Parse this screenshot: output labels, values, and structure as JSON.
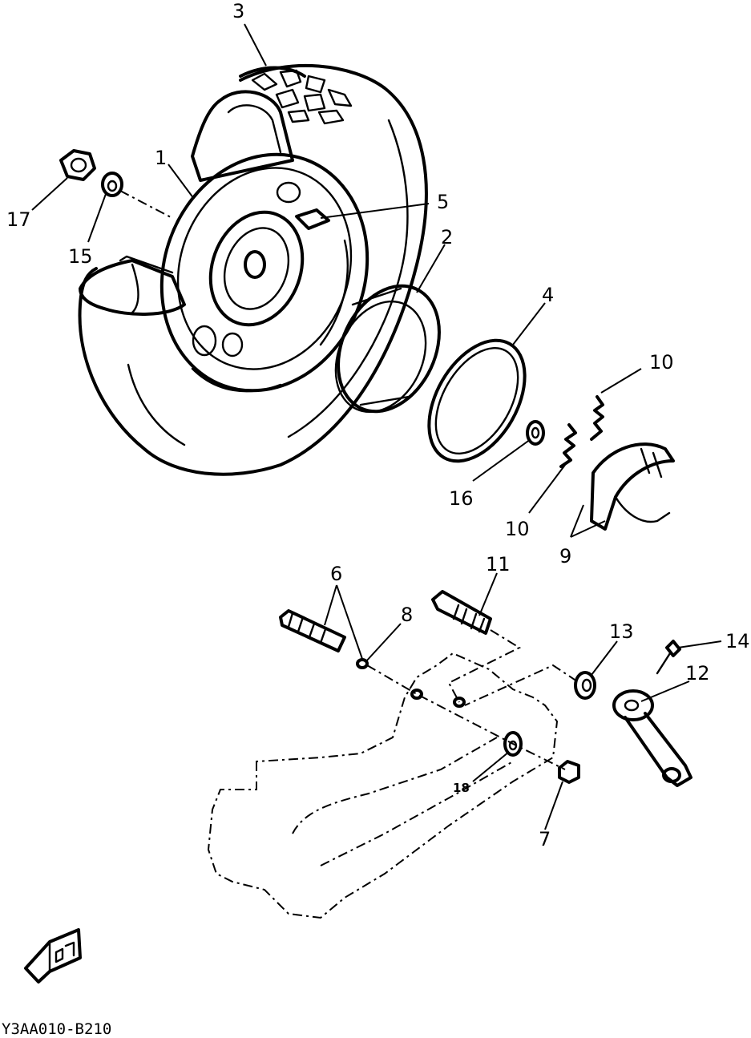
{
  "callouts": [
    {
      "id": "c1",
      "text": "1"
    },
    {
      "id": "c2",
      "text": "2"
    },
    {
      "id": "c3",
      "text": "3"
    },
    {
      "id": "c4",
      "text": "4"
    },
    {
      "id": "c5",
      "text": "5"
    },
    {
      "id": "c6",
      "text": "6"
    },
    {
      "id": "c7",
      "text": "7"
    },
    {
      "id": "c8",
      "text": "8"
    },
    {
      "id": "c9",
      "text": "9"
    },
    {
      "id": "c10a",
      "text": "10"
    },
    {
      "id": "c10b",
      "text": "10"
    },
    {
      "id": "c11",
      "text": "11"
    },
    {
      "id": "c12",
      "text": "12"
    },
    {
      "id": "c13",
      "text": "13"
    },
    {
      "id": "c14",
      "text": "14"
    },
    {
      "id": "c15",
      "text": "15"
    },
    {
      "id": "c16",
      "text": "16"
    },
    {
      "id": "c17",
      "text": "17"
    },
    {
      "id": "c18",
      "text": "18"
    }
  ],
  "diagram_code": "Y3AA010-B210",
  "icons": {
    "front_arrow": "front-direction-arrow-icon"
  }
}
